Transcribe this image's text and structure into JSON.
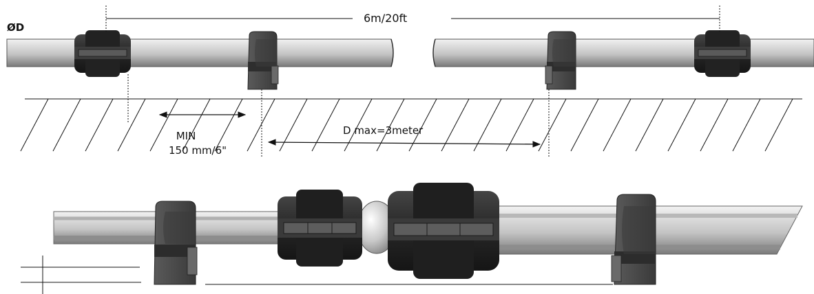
{
  "labels": {
    "diameter": "ØD",
    "pipe_length": "6m/20ft",
    "min_label": "MIN",
    "min_value": "150 mm/6\"",
    "dmax": "D max=3meter"
  },
  "colors": {
    "coupling": "#2b2b2b",
    "coupling_light": "#4a4a4a",
    "bracket": "#4d4d4d",
    "bracket_dark": "#2e2e2e",
    "pipe_top": "#e6e6e6",
    "pipe_mid": "#c9c9c9",
    "pipe_bottom": "#8c8c8c",
    "line": "#111111"
  }
}
